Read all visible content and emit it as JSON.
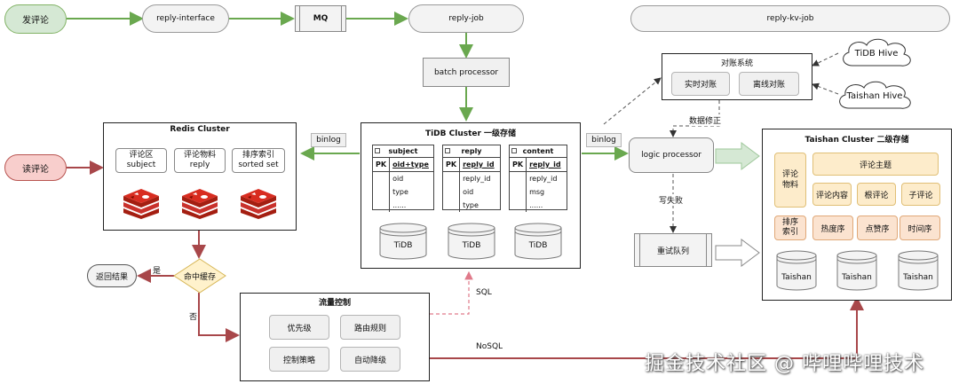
{
  "nodes": {
    "post_comment": "发评论",
    "reply_interface": "reply-interface",
    "mq": "MQ",
    "reply_job": "reply-job",
    "reply_kv_job": "reply-kv-job",
    "batch_processor": "batch processor",
    "read_comment": "读评论",
    "return_result": "返回结果",
    "cache_hit": "命中缓存",
    "logic_processor": "logic processor",
    "retry_queue": "重试队列",
    "tidb_hive": "TiDB Hive",
    "taishan_hive": "Taishan Hive"
  },
  "redis": {
    "title": "Redis Cluster",
    "items": [
      {
        "line1": "评论区",
        "line2": "subject"
      },
      {
        "line1": "评论物料",
        "line2": "reply"
      },
      {
        "line1": "排序索引",
        "line2": "sorted set"
      }
    ]
  },
  "tidb": {
    "title": "TiDB Cluster 一级存储",
    "db_label": "TiDB",
    "tables": [
      {
        "name": "subject",
        "pk": "PK",
        "pk_field": "oid+type",
        "fields": [
          "oid",
          "type",
          "......"
        ]
      },
      {
        "name": "reply",
        "pk": "PK",
        "pk_field": "reply_id",
        "fields": [
          "reply_id",
          "oid",
          "type"
        ]
      },
      {
        "name": "content",
        "pk": "PK",
        "pk_field": "reply_id",
        "fields": [
          "reply_id",
          "msg",
          "......"
        ]
      }
    ]
  },
  "reconcile": {
    "title": "对账系统",
    "realtime": "实时对账",
    "offline": "离线对账"
  },
  "taishan": {
    "title": "Taishan Cluster 二级存储",
    "material": "评论物料",
    "topic": "评论主题",
    "content": "评论内容",
    "root": "根评论",
    "sub": "子评论",
    "index": "排序索引",
    "hot": "热度序",
    "likes": "点赞序",
    "time": "时间序",
    "db_label": "Taishan"
  },
  "flow": {
    "title": "流量控制",
    "priority": "优先级",
    "routing": "路由规则",
    "strategy": "控制策略",
    "degrade": "自动降级"
  },
  "edges": {
    "binlog_left": "binlog",
    "binlog_right": "binlog",
    "data_fix": "数据修正",
    "write_fail": "写失败",
    "yes": "是",
    "no": "否",
    "sql": "SQL",
    "nosql": "NoSQL"
  },
  "watermark": "掘金技术社区 @ 哔哩哔哩技术",
  "colors": {
    "green_arrow": "#6aa84f",
    "red_arrow": "#a8474a",
    "post_fill": "#d5e8d4",
    "read_fill": "#f8cecc",
    "cache_fill": "#fff2cc",
    "orange_fill": "#fdeccb",
    "redis_red": "#c9312c"
  }
}
